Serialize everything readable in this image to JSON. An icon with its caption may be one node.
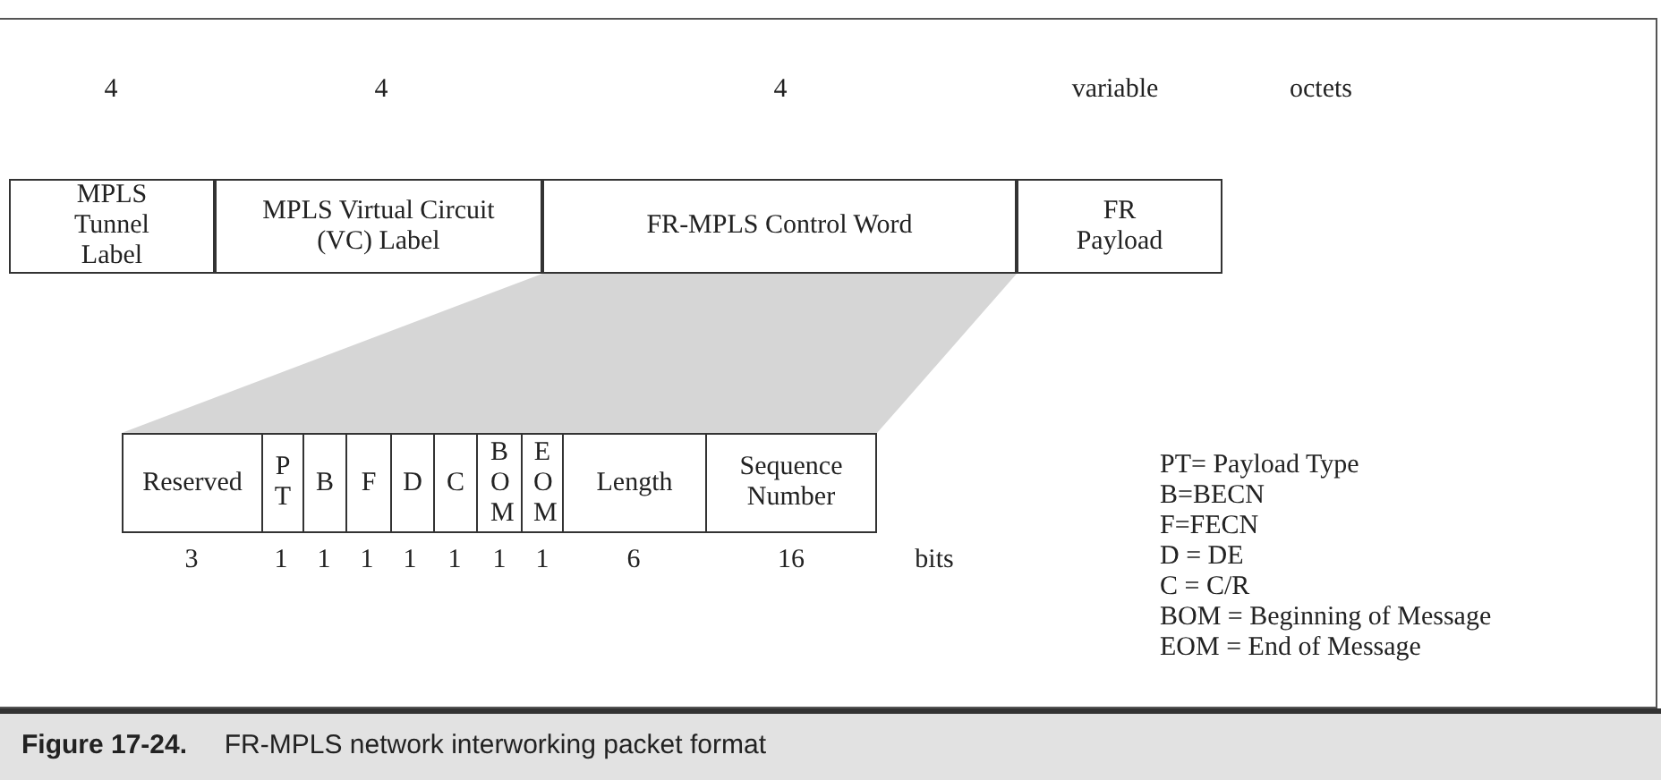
{
  "diagram": {
    "caption": "**Figure 17-24.**     FR-MPLS network interworking packet format",
    "nodes": [
      {
        "text": [
          "MPLS Tunnel Label"
        ]
      },
      {
        "text": [
          "MPLS Virtual Circuit (VC) Label"
        ]
      },
      {
        "text": [
          "FR-MPLS Control Word"
        ]
      },
      {
        "text": [
          "FR Payload"
        ]
      },
      {
        "text": [
          "Reserved"
        ]
      },
      {
        "text": [
          "P T"
        ]
      },
      {
        "text": [
          "B"
        ]
      },
      {
        "text": [
          "F"
        ]
      },
      {
        "text": [
          "D"
        ]
      },
      {
        "text": [
          "C"
        ]
      },
      {
        "text": [
          "B O M"
        ]
      },
      {
        "text": [
          "E O M"
        ]
      },
      {
        "text": [
          "Length"
        ]
      },
      {
        "text": [
          "Sequence Number"
        ]
      },
      {
        "text": [],
        "shape": "trapezoid"
      }
    ],
    "edges": [],
    "labels": [
      "4",
      "4",
      "4",
      "variable",
      "octets",
      "PT= Payload Type",
      "B=BECN",
      "F=FECN",
      "D = DE",
      "C = C/R",
      "BOM = Beginning of Message",
      "EOM = End of Message",
      "3",
      "1",
      "1",
      "1",
      "1",
      "1",
      "1",
      "1",
      "6",
      "16",
      "bits"
    ]
  }
}
